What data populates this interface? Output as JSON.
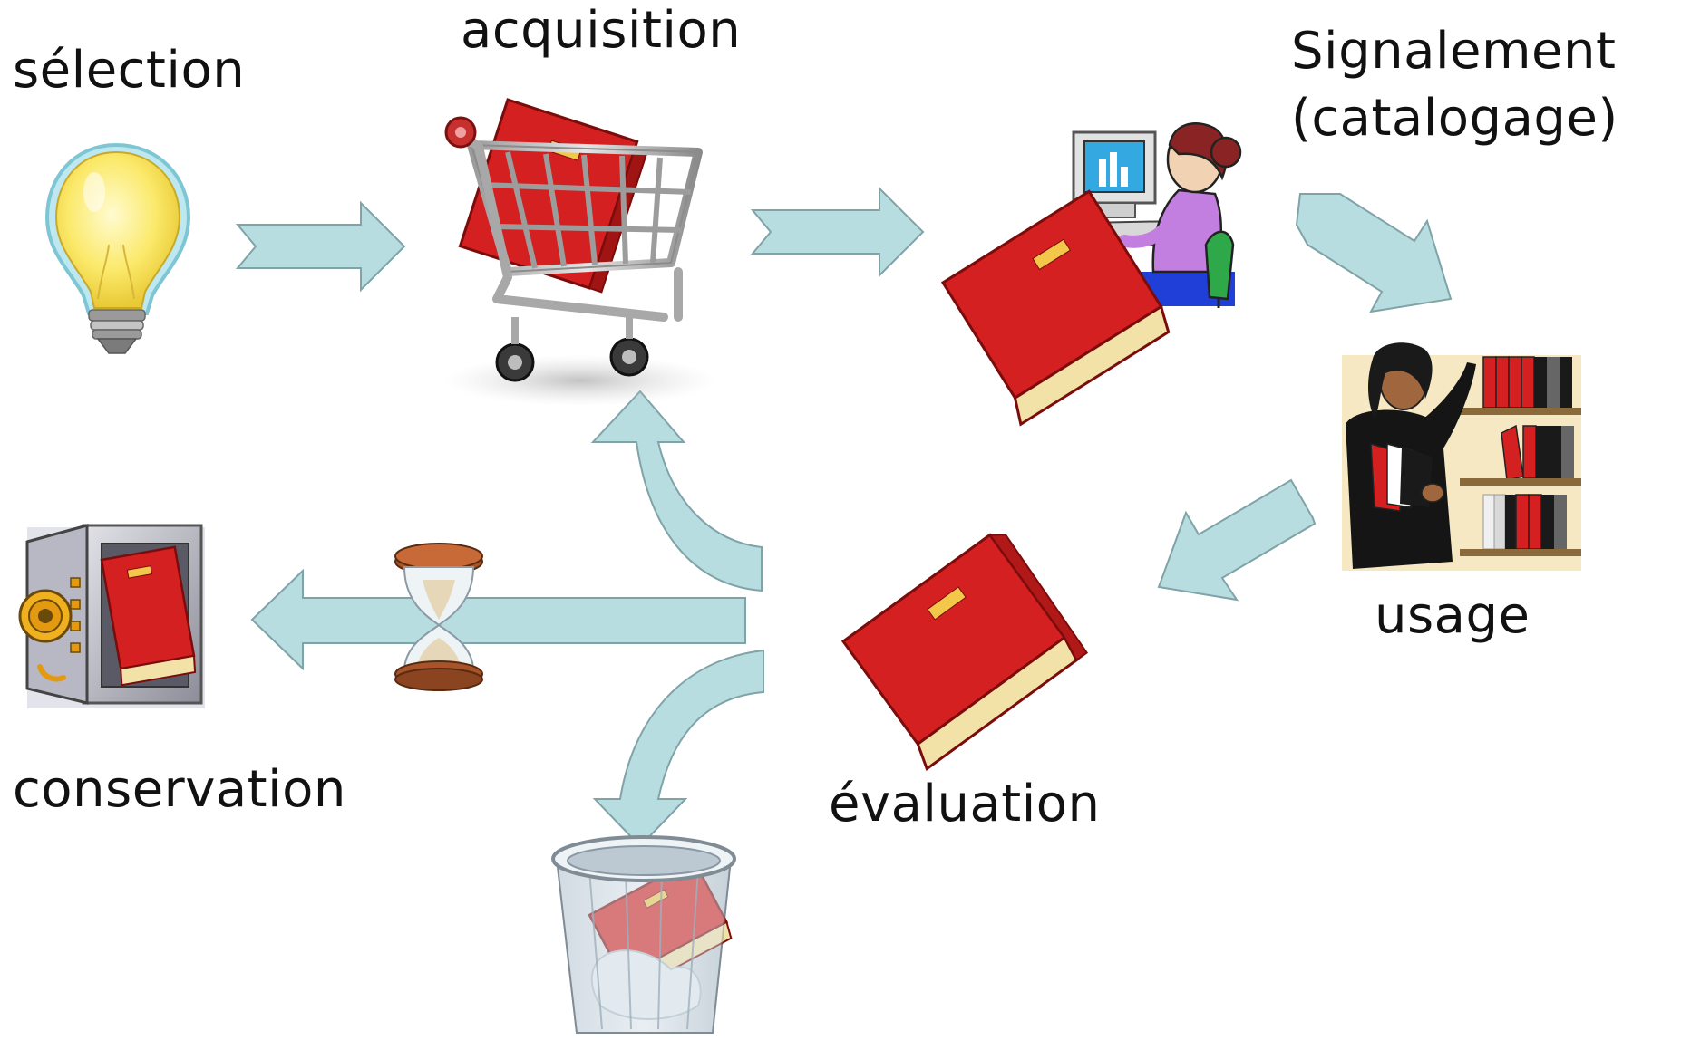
{
  "labels": {
    "selection": "sélection",
    "acquisition": "acquisition",
    "signalement_line1": "Signalement",
    "signalement_line2": "(catalogage)",
    "usage": "usage",
    "conservation": "conservation",
    "evaluation": "évaluation"
  },
  "icons": {
    "selection": "lightbulb-icon",
    "acquisition": "shopping-cart-with-book-icon",
    "signalement": "person-cataloguing-at-computer-icon",
    "usage": "woman-at-bookshelf-icon",
    "evaluation": "red-book-icon",
    "conservation": "safe-with-book-icon",
    "waiting": "hourglass-icon",
    "discard": "trash-bin-with-book-icon"
  },
  "colors": {
    "arrow_fill": "#b8dde0",
    "arrow_stroke": "#7fa3a7",
    "book_red": "#d42020",
    "book_pages": "#f2e2a8",
    "label_text": "#111111"
  }
}
